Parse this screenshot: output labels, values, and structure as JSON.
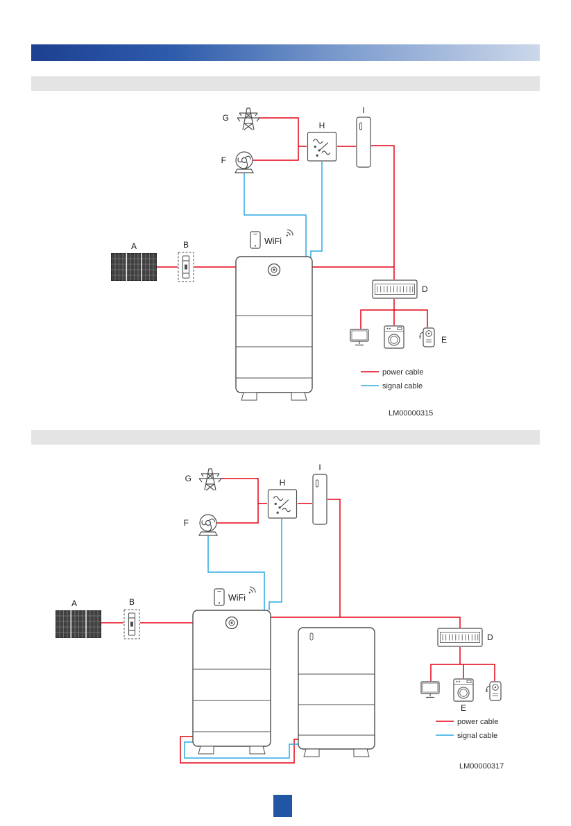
{
  "page": {
    "accent_colors": {
      "header_gradient_start": "#1d4091",
      "header_gradient_end": "#ccd7ea",
      "section_bar": "#e4e4e4",
      "footer_box": "#2156a5"
    }
  },
  "colors": {
    "power_cable": "#e50012",
    "signal_cable": "#29abe2",
    "diagram_line": "#4d4d4d"
  },
  "diagram1": {
    "labels": {
      "A": "A",
      "B": "B",
      "D": "D",
      "E": "E",
      "F": "F",
      "G": "G",
      "H": "H",
      "I": "I"
    },
    "wifi_label": "WiFi",
    "legend": {
      "power": "power cable",
      "signal": "signal cable"
    },
    "figure_id": "LM00000315"
  },
  "diagram2": {
    "labels": {
      "A": "A",
      "B": "B",
      "D": "D",
      "E": "E",
      "F": "F",
      "G": "G",
      "H": "H",
      "I": "I"
    },
    "wifi_label": "WiFi",
    "legend": {
      "power": "power cable",
      "signal": "signal cable"
    },
    "figure_id": "LM00000317"
  }
}
